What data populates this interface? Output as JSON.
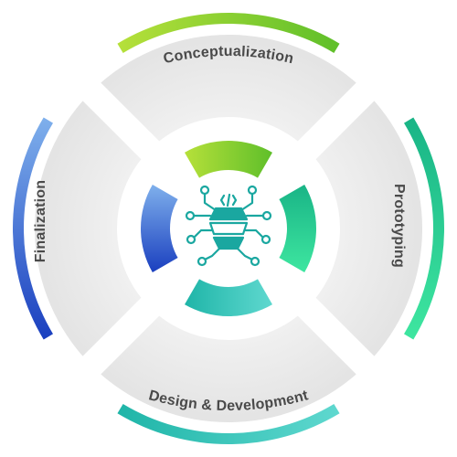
{
  "diagram": {
    "center_icon": "circuit-chip-icon",
    "center_icon_color": "#1aa7a0",
    "stages": [
      {
        "id": "conceptualization",
        "label": "Conceptualization",
        "position": "top",
        "color_from": "#b6e03a",
        "color_to": "#5fbf2a"
      },
      {
        "id": "prototyping",
        "label": "Prototyping",
        "position": "right",
        "color_from": "#19b486",
        "color_to": "#3ee6a0"
      },
      {
        "id": "design-development",
        "label": "Design & Development",
        "position": "bottom",
        "color_from": "#1fb5a8",
        "color_to": "#5fd8cf"
      },
      {
        "id": "finalization",
        "label": "Finalization",
        "position": "left",
        "color_from": "#1a3fbf",
        "color_to": "#7fb0ec"
      }
    ]
  }
}
